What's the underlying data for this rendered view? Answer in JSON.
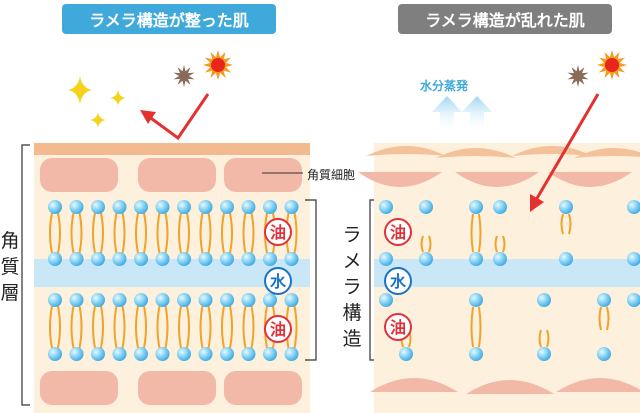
{
  "left_panel": {
    "title": "ラメラ構造が整った肌",
    "color": "#3fa9dc"
  },
  "right_panel": {
    "title": "ラメラ構造が乱れた肌",
    "color": "#7f7f7f"
  },
  "labels": {
    "stratum_corneum": "角質層",
    "lamellar": "ラメラ構造",
    "corneocyte": "角質細胞",
    "evaporation": "水分蒸発",
    "oil": "油",
    "water": "水"
  },
  "colors": {
    "skin": "#fdf0dc",
    "corneocyte": "#f2b9a9",
    "water_band": "#c9e7f6",
    "lipid_head": "#5fc0ef",
    "lipid_tail": "#f0a32a",
    "oil_mark": "#e0323a",
    "water_mark": "#1a73c7",
    "uv_arrow": "#e53030"
  }
}
